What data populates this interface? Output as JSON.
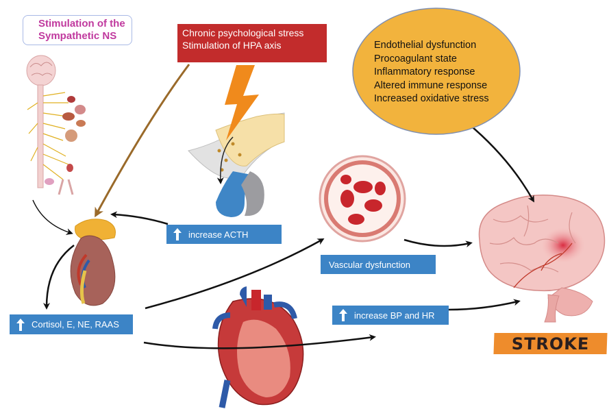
{
  "sympathetic": {
    "label_line1": "Stimulation of the",
    "label_line2": "Sympathetic NS"
  },
  "stress": {
    "line1": "Chronic psychological stress",
    "line2": "Stimulation of HPA axis"
  },
  "effects": {
    "items": [
      "Endothelial dysfunction",
      "Procoagulant state",
      "Inflammatory response",
      "Altered immune response",
      "Increased oxidative stress"
    ]
  },
  "acth": {
    "label": "increase ACTH"
  },
  "cortisol": {
    "label": "Cortisol, E, NE, RAAS"
  },
  "vascular": {
    "label": "Vascular dysfunction"
  },
  "bp": {
    "label": "increase BP and HR"
  },
  "outcome": {
    "label": "STROKE"
  },
  "colors": {
    "stress_red": "#c22c2c",
    "effects_ellipse": "#f2b33d",
    "label_blue": "#3c84c6",
    "stroke_orange": "#ee8c2c",
    "sns_pink": "#c0399e",
    "arrow_brown": "#9a6a2a"
  }
}
